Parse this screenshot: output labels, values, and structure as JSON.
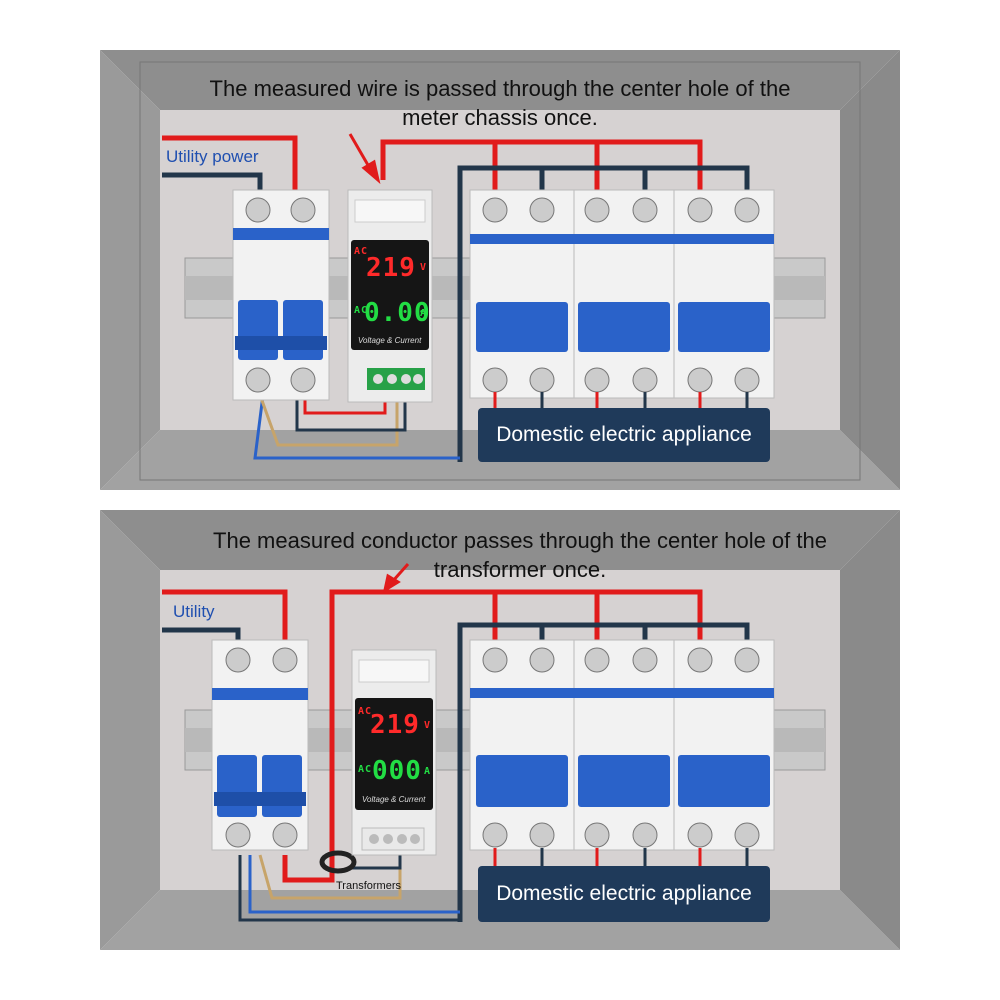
{
  "panels": [
    {
      "caption_line1": "The measured wire is passed through the center hole of the",
      "caption_line2": "meter chassis once.",
      "source_label": "Utility power",
      "appliance_label": "Domestic electric appliance",
      "meter": {
        "voltage": "219",
        "current": "0.00",
        "unit_v": "V",
        "unit_a": "A",
        "ac": "AC",
        "brand": "Voltage & Current"
      }
    },
    {
      "caption_line1": "The measured conductor passes through the center hole of the",
      "caption_line2": "transformer once.",
      "source_label": "Utility",
      "appliance_label": "Domestic electric appliance",
      "transformer_label": "Transformers",
      "meter": {
        "voltage": "219",
        "current": "000",
        "unit_v": "V",
        "unit_a": "A",
        "ac": "AC",
        "brand": "Voltage & Current"
      }
    }
  ],
  "colors": {
    "frame_outer": "#9a9a9a",
    "frame_inner": "#d4d0d0",
    "breaker_blue": "#2a62c9",
    "wire_red": "#e11b1b",
    "wire_dark": "#22364a",
    "appliance_bg": "#1f3a5a",
    "display_red": "#ff2a2a",
    "display_green": "#22dd44"
  }
}
